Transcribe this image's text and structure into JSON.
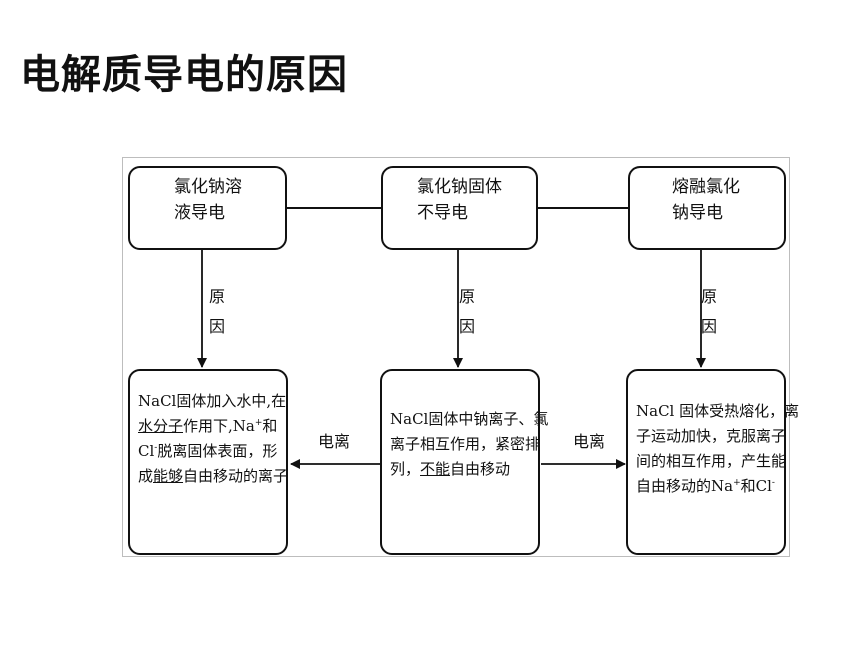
{
  "title": "电解质导电的原因",
  "top_boxes": {
    "left": {
      "line1": "氯化钠溶",
      "line2": "液导电"
    },
    "center": {
      "line1": "氯化钠固体",
      "line2": "不导电"
    },
    "right": {
      "line1": "熔融氯化",
      "line2": "钠导电"
    }
  },
  "reason_label": {
    "char1": "原",
    "char2": "因"
  },
  "ionize_label": "电离",
  "bottom_boxes": {
    "left": {
      "l1": "NaCl固体加入水中,在",
      "l2_u": "水分子",
      "l2_a": "作用下,Na",
      "l2_sup": "+",
      "l2_b": "和",
      "l3_a": "Cl",
      "l3_sup": "-",
      "l3_b": "脱离固体表面，形",
      "l4_a": "成",
      "l4_u": "能够",
      "l4_b": "自由移动的离子"
    },
    "center": {
      "l1": "NaCl固体中钠离子、氯",
      "l2": "离子相互作用，紧密排",
      "l3_a": "列，",
      "l3_u": "不能",
      "l3_b": "自由移动"
    },
    "right": {
      "l1": "NaCl 固体受热熔化，离",
      "l2": "子运动加快，克服离子",
      "l3": "间的相互作用，产生能",
      "l4_a": "自由移动的Na",
      "l4_sup": "+",
      "l4_b": "和Cl",
      "l4_sup2": "-"
    }
  }
}
